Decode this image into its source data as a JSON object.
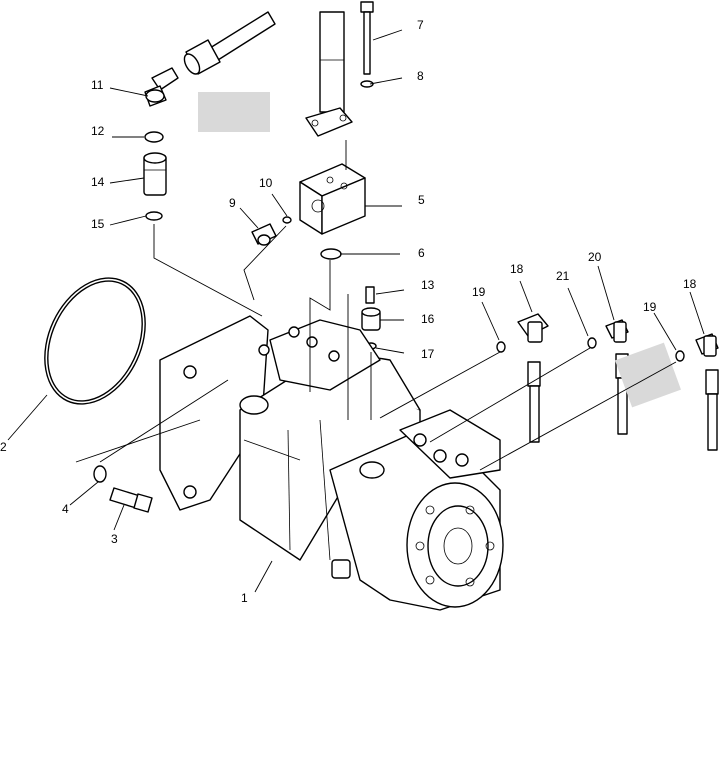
{
  "callouts": {
    "c1": "1",
    "c2": "2",
    "c3": "3",
    "c4": "4",
    "c5": "5",
    "c6": "6",
    "c7": "7",
    "c8": "8",
    "c9": "9",
    "c10": "10",
    "c11": "11",
    "c12": "12",
    "c13": "13",
    "c14": "14",
    "c15": "15",
    "c16": "16",
    "c17": "17",
    "c18a": "18",
    "c18b": "18",
    "c19a": "19",
    "c19b": "19",
    "c20": "20",
    "c21": "21"
  }
}
